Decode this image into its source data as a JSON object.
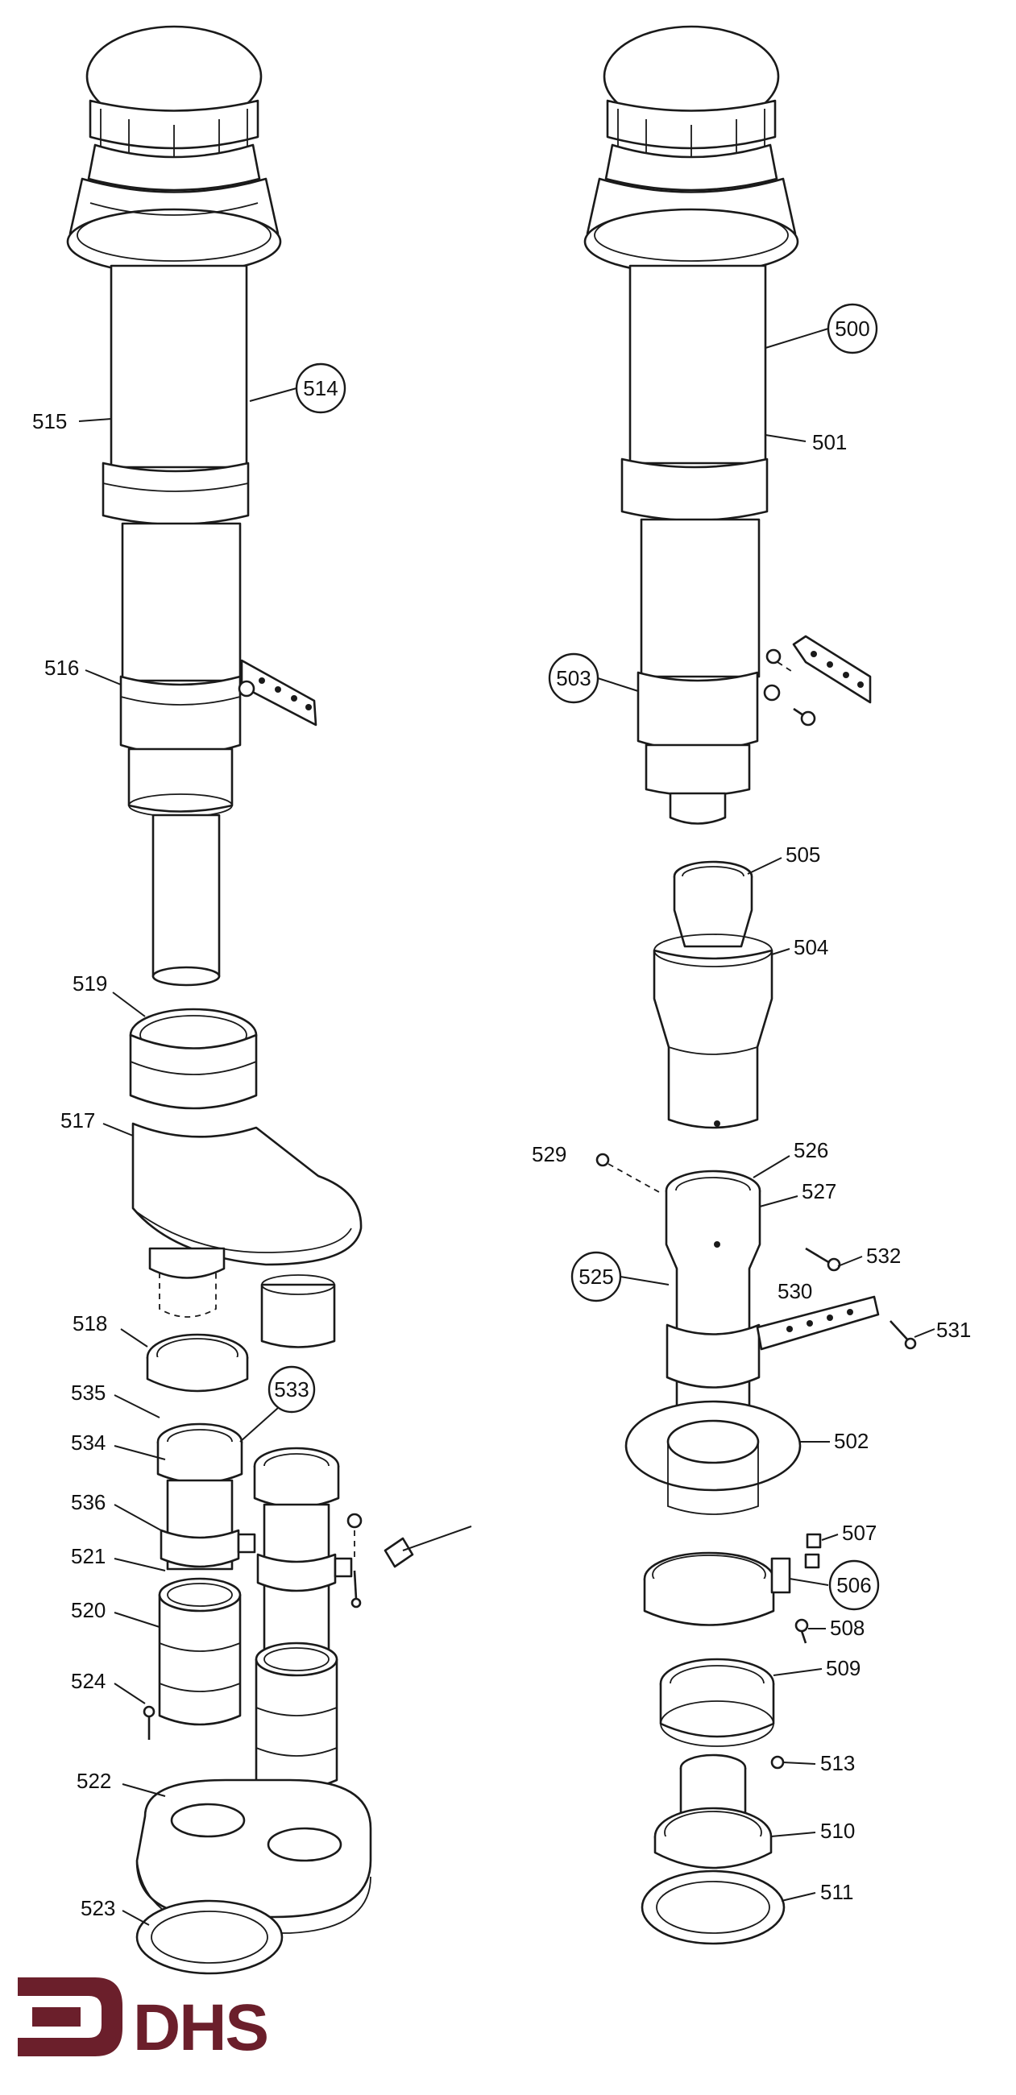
{
  "diagram": {
    "labels": {
      "p500": "500",
      "p501": "501",
      "p502": "502",
      "p503": "503",
      "p504": "504",
      "p505": "505",
      "p506": "506",
      "p507": "507",
      "p508": "508",
      "p509": "509",
      "p510": "510",
      "p511": "511",
      "p513": "513",
      "p514": "514",
      "p515": "515",
      "p516": "516",
      "p517": "517",
      "p518": "518",
      "p519": "519",
      "p520": "520",
      "p521": "521",
      "p522": "522",
      "p523": "523",
      "p524": "524",
      "p525": "525",
      "p526": "526",
      "p527": "527",
      "p529": "529",
      "p530": "530",
      "p531": "531",
      "p532": "532",
      "p533": "533",
      "p534": "534",
      "p535": "535",
      "p536": "536"
    }
  },
  "logo": {
    "text": "DHS",
    "color": "#6b1f2b"
  }
}
